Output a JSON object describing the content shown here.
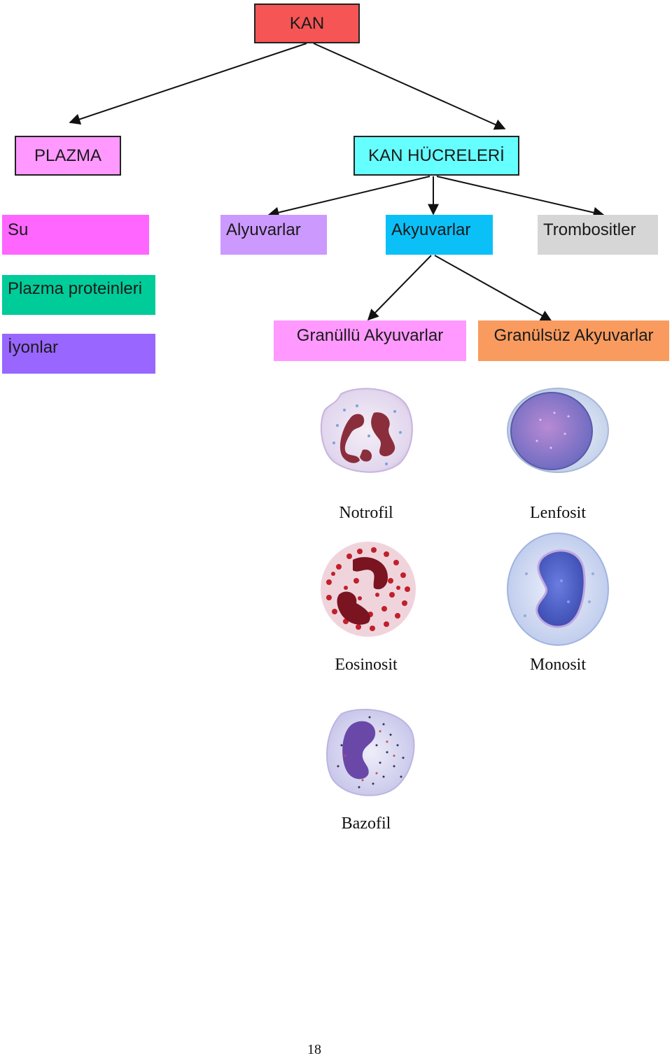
{
  "root": {
    "label": "KAN"
  },
  "level1": {
    "plasma": "PLAZMA",
    "cells": "KAN HÜCRELERİ"
  },
  "plasma_items": {
    "water": "Su",
    "proteins": "Plazma proteinleri",
    "ions": "İyonlar"
  },
  "cell_types": {
    "rbc": "Alyuvarlar",
    "wbc": "Akyuvarlar",
    "platelets": "Trombositler"
  },
  "wbc_groups": {
    "granular": "Granüllü Akyuvarlar",
    "agranular": "Granülsüz Akyuvarlar"
  },
  "cells": {
    "neutrophil": "Notrofil",
    "lymphocyte": "Lenfosit",
    "eosinophil": "Eosinosit",
    "monocyte": "Monosit",
    "basophil": "Bazofil"
  },
  "page_number": "18",
  "colors": {
    "root": "#f55555",
    "plasma": "#ff99ff",
    "cells": "#66ffff",
    "water": "#ff66ff",
    "proteins": "#00cc99",
    "ions": "#9966ff",
    "rbc": "#cc99ff",
    "wbc": "#0bc0f7",
    "platelets": "#d6d6d6",
    "granular": "#ff99ff",
    "agranular": "#f99b5e"
  }
}
